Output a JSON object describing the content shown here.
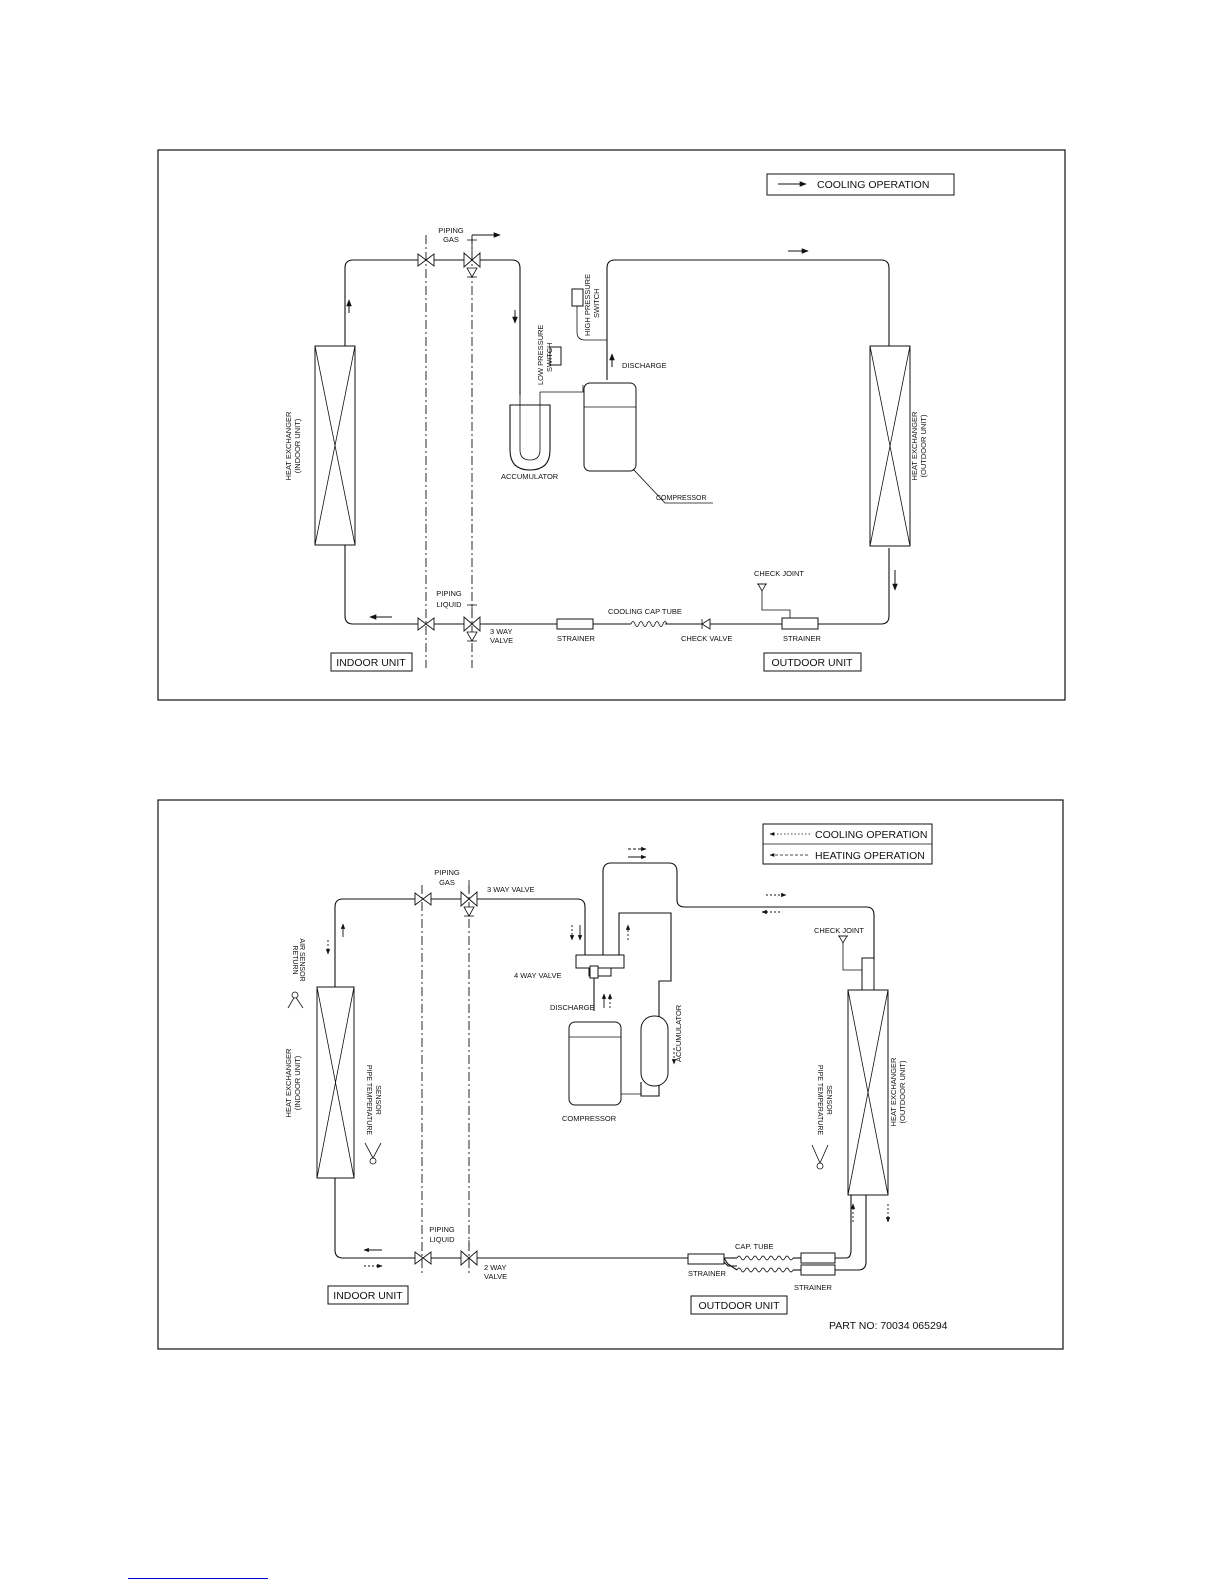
{
  "diagram1": {
    "legend": "COOLING OPERATION",
    "labels": {
      "piping_gas": [
        "PIPING",
        "GAS"
      ],
      "piping_liquid": [
        "PIPING",
        "LIQUID"
      ],
      "three_way_valve": [
        "3 WAY",
        "VALVE"
      ],
      "low_pressure_switch": [
        "LOW PRESSURE",
        "SWITCH"
      ],
      "high_pressure_switch": [
        "HIGH PRESSURE",
        "SWITCH"
      ],
      "discharge": "DISCHARGE",
      "accumulator": "ACCUMULATOR",
      "compressor": "COMPRESSOR",
      "hx_indoor": [
        "HEAT EXCHANGER",
        "(INDOOR UNIT)"
      ],
      "hx_outdoor": [
        "HEAT EXCHANGER",
        "(OUTDOOR UNIT)"
      ],
      "strainer_left": "STRAINER",
      "strainer_right": "STRAINER",
      "cooling_cap_tube": "COOLING CAP TUBE",
      "check_valve": "CHECK VALVE",
      "check_joint": "CHECK JOINT",
      "indoor_unit": "INDOOR UNIT",
      "outdoor_unit": "OUTDOOR UNIT"
    }
  },
  "diagram2": {
    "legend_cooling": "COOLING OPERATION",
    "legend_heating": "HEATING OPERATION",
    "labels": {
      "piping_gas": [
        "PIPING",
        "GAS"
      ],
      "three_way_valve": "3 WAY VALVE",
      "piping_liquid": [
        "PIPING",
        "LIQUID"
      ],
      "two_way_valve": [
        "2 WAY",
        "VALVE"
      ],
      "four_way_valve": "4 WAY VALVE",
      "discharge": "DISCHARGE",
      "compressor": "COMPRESSOR",
      "accumulator": "ACCUMULATOR",
      "return_air_sensor": [
        "RETURN",
        "AIR SENSOR"
      ],
      "pipe_temp_sensor_left": [
        "PIPE TEMPERATURE",
        "SENSOR"
      ],
      "pipe_temp_sensor_right": [
        "PIPE TEMPERATURE",
        "SENSOR"
      ],
      "hx_indoor": [
        "HEAT EXCHANGER",
        "(INDOOR UNIT)"
      ],
      "hx_outdoor": [
        "HEAT EXCHANGER",
        "(OUTDOOR UNIT)"
      ],
      "check_joint": "CHECK JOINT",
      "cap_tube": "CAP. TUBE",
      "strainer_left": "STRAINER",
      "strainer_right": "STRAINER",
      "indoor_unit": "INDOOR UNIT",
      "outdoor_unit": "OUTDOOR UNIT",
      "part_no": "PART NO: 70034 065294"
    }
  }
}
